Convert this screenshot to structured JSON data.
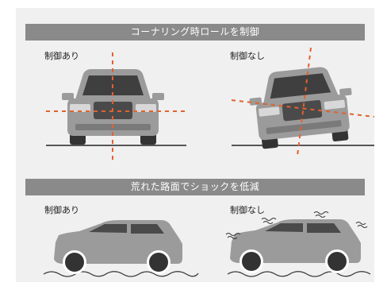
{
  "sections": [
    {
      "title": "コーナリング時ロールを制御",
      "left_label": "制御あり",
      "right_label": "制御なし"
    },
    {
      "title": "荒れた路面でショックを低減",
      "left_label": "制御あり",
      "right_label": "制御なし"
    }
  ],
  "colors": {
    "panel": "#f0f0f0",
    "banner": "#8a8a8a",
    "car_body": "#9b9b9b",
    "car_dark": "#4a4a4a",
    "guide": "#e2622d",
    "ground": "#222222"
  }
}
